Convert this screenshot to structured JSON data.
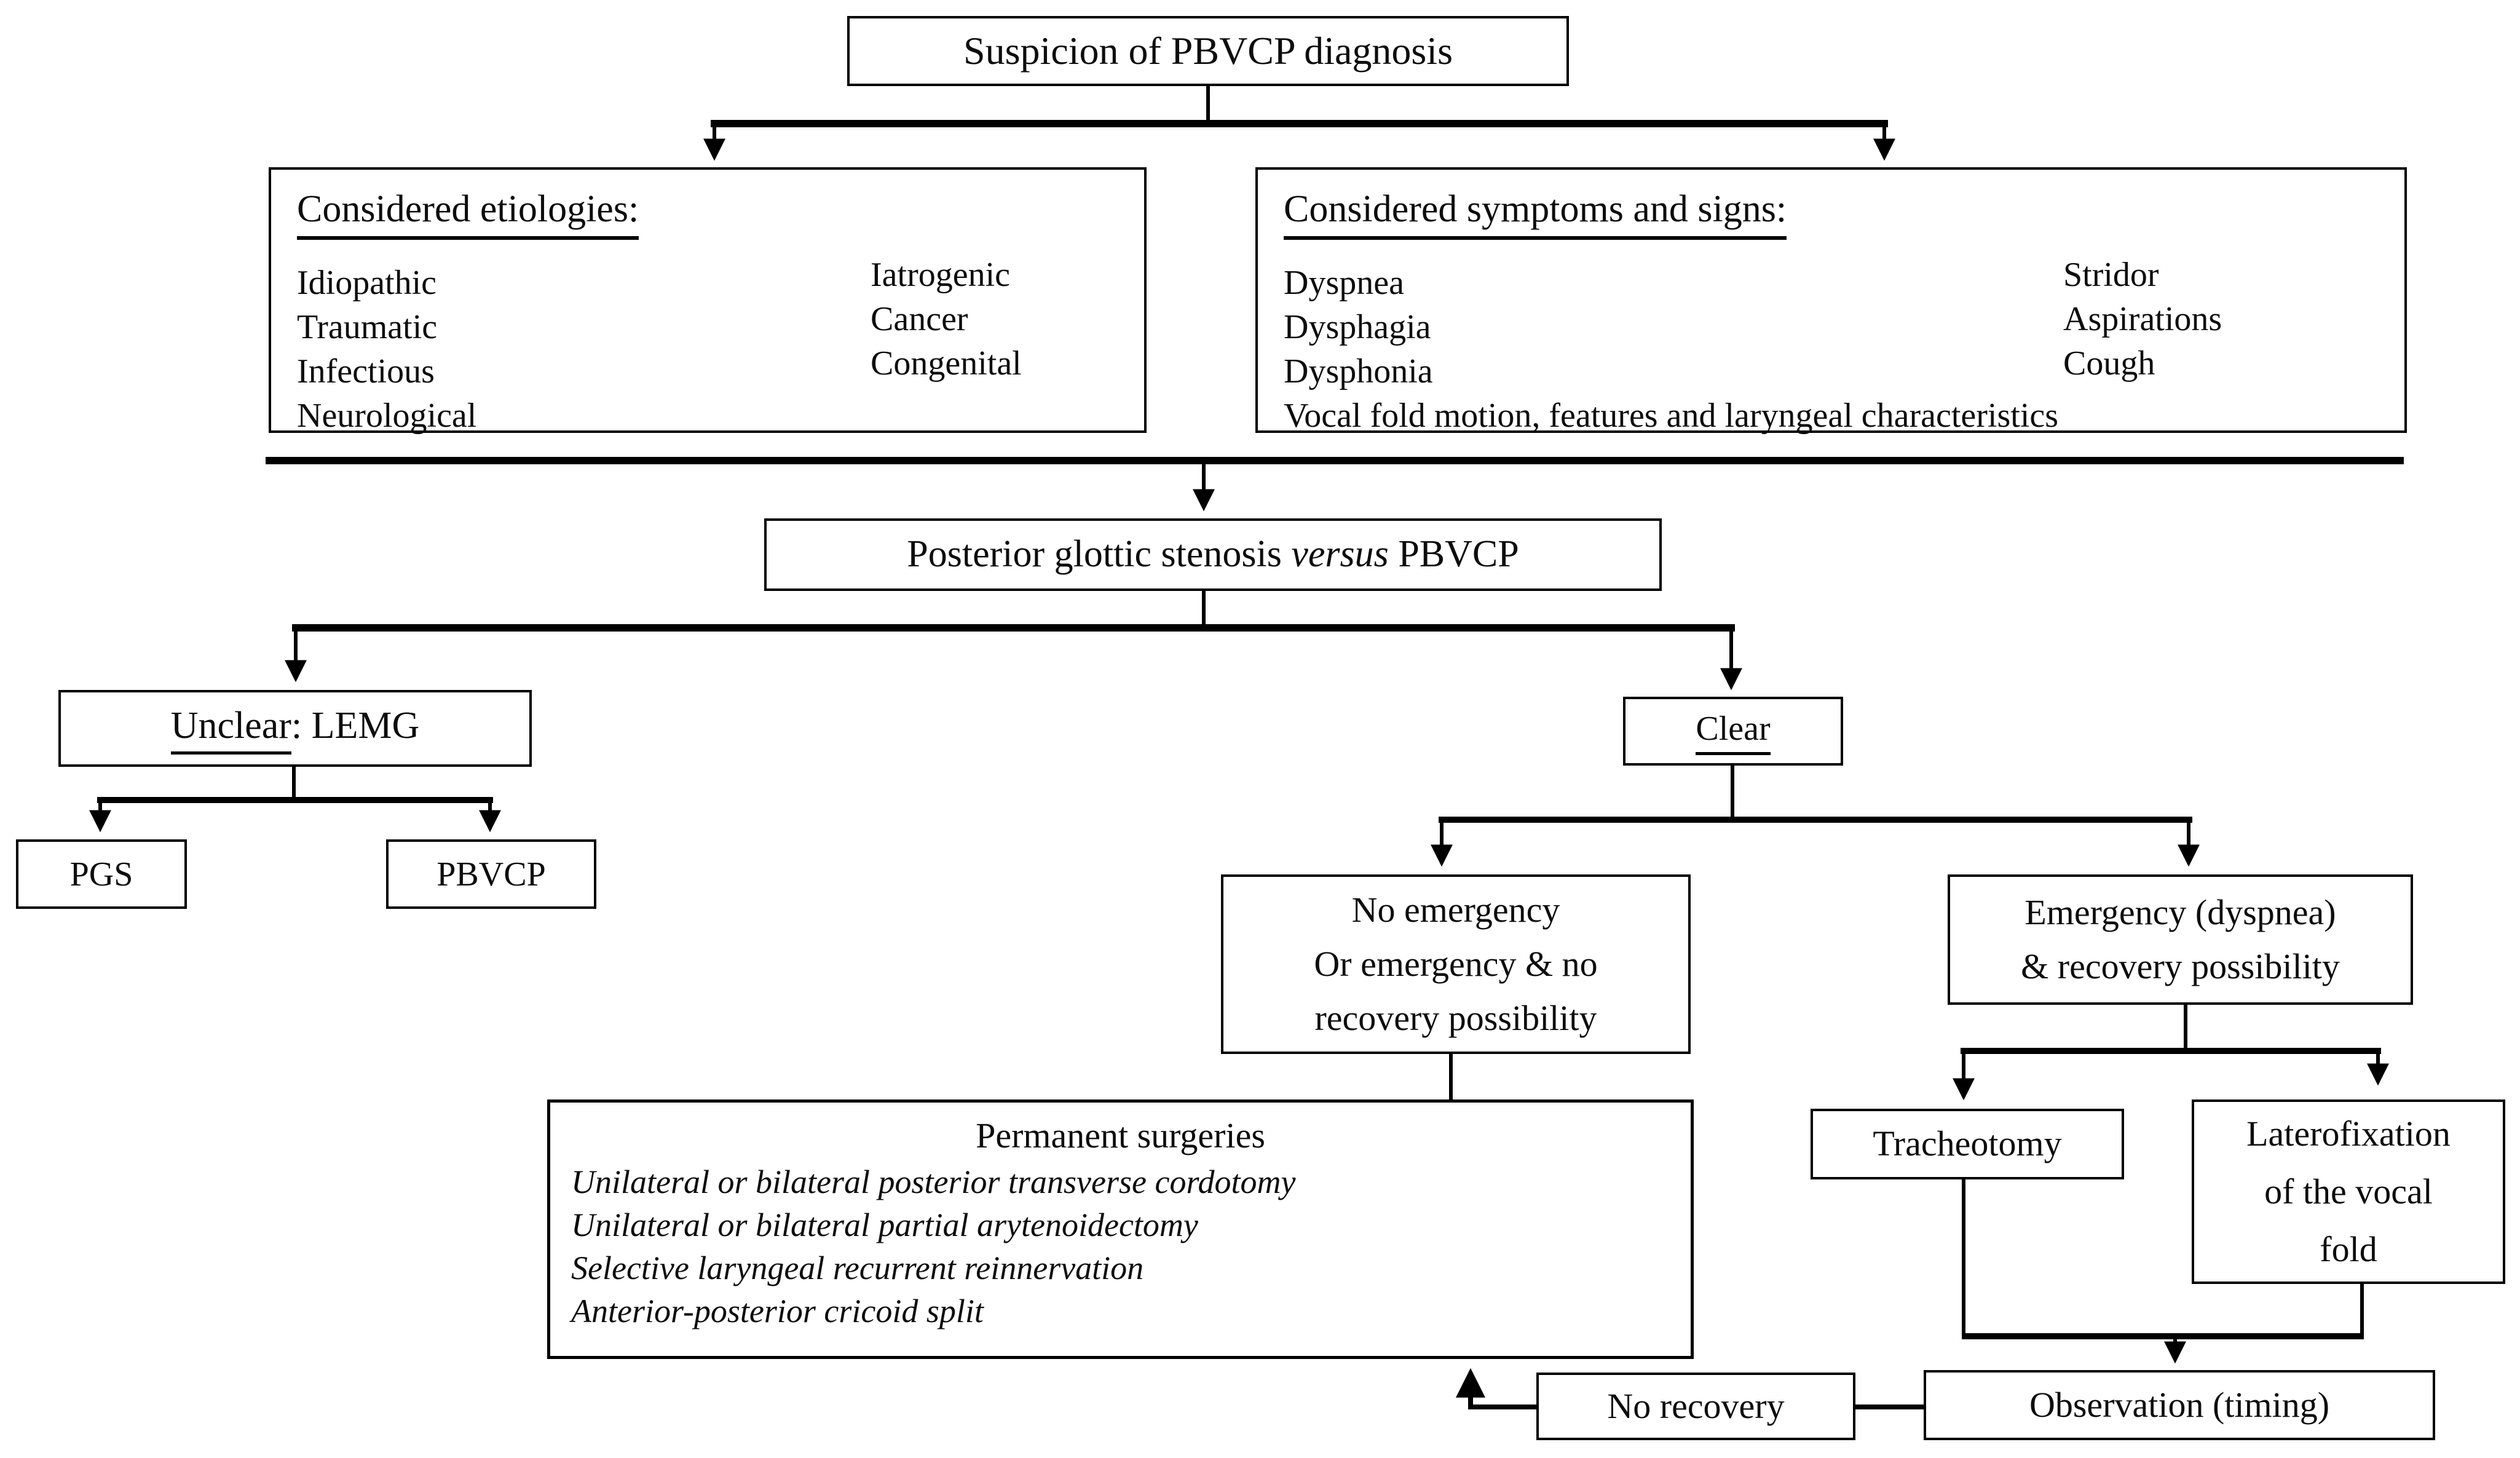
{
  "diagram": {
    "title": "Suspicion of PBVCP diagnosis",
    "etiologies": {
      "heading": "Considered etiologies:",
      "col1": [
        "Idiopathic",
        "Traumatic",
        "Infectious",
        "Neurological"
      ],
      "col2": [
        "Iatrogenic",
        "Cancer",
        "Congenital"
      ]
    },
    "symptoms": {
      "heading": "Considered symptoms and signs:",
      "col1": [
        "Dyspnea",
        "Dysphagia",
        "Dysphonia"
      ],
      "col2": [
        "Stridor",
        "Aspirations",
        "Cough"
      ],
      "footer": "Vocal fold motion, features and laryngeal characteristics"
    },
    "stenosis": {
      "pre": "Posterior glottic stenosis ",
      "italic": "versus",
      "post": " PBVCP"
    },
    "unclear": {
      "underlined": "Unclear",
      "rest": ": LEMG"
    },
    "pgs_label": "PGS",
    "pbvcp_label": "PBVCP",
    "clear_label": "Clear",
    "no_emergency": [
      "No emergency",
      "Or emergency & no",
      "recovery possibility"
    ],
    "emergency": [
      "Emergency (dyspnea)",
      "& recovery possibility"
    ],
    "surgeries": {
      "title": "Permanent surgeries",
      "items": [
        "Unilateral or bilateral posterior transverse cordotomy",
        "Unilateral or bilateral partial arytenoidectomy",
        "Selective laryngeal recurrent reinnervation",
        "Anterior-posterior cricoid split"
      ]
    },
    "tracheotomy_label": "Tracheotomy",
    "laterofixation": [
      "Laterofixation",
      "of the vocal",
      "fold"
    ],
    "no_recovery_label": "No recovery",
    "observation_label": "Observation (timing)",
    "colors": {
      "line": "#000000",
      "background": "#ffffff",
      "text": "#0d0d0d"
    }
  }
}
